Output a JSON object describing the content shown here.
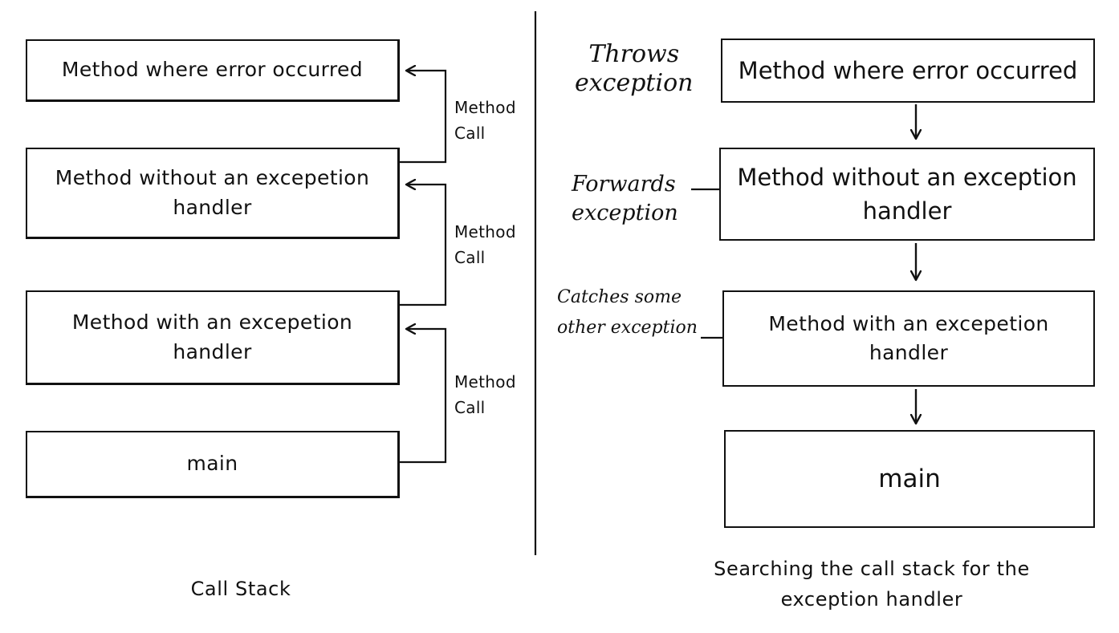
{
  "call_stack": {
    "boxes": [
      {
        "text": "Method  where error occurred"
      },
      {
        "text": "Method  without an excepetion handler"
      },
      {
        "text": "Method  with an excepetion handler"
      },
      {
        "text": "main"
      }
    ],
    "edge_labels": [
      "Method\nCall",
      "Method\nCall",
      "Method\nCall"
    ],
    "caption": "Call Stack"
  },
  "search": {
    "boxes": [
      {
        "text": "Method where error occurred"
      },
      {
        "text": "Method without an exception handler"
      },
      {
        "text": "Method  with an excepetion handler"
      },
      {
        "text": "main"
      }
    ],
    "side_labels": [
      "Throws\nexception",
      "Forwards\nexception",
      "Catches some\nother exception"
    ],
    "caption": "Searching the call stack for the\nexception handler"
  }
}
